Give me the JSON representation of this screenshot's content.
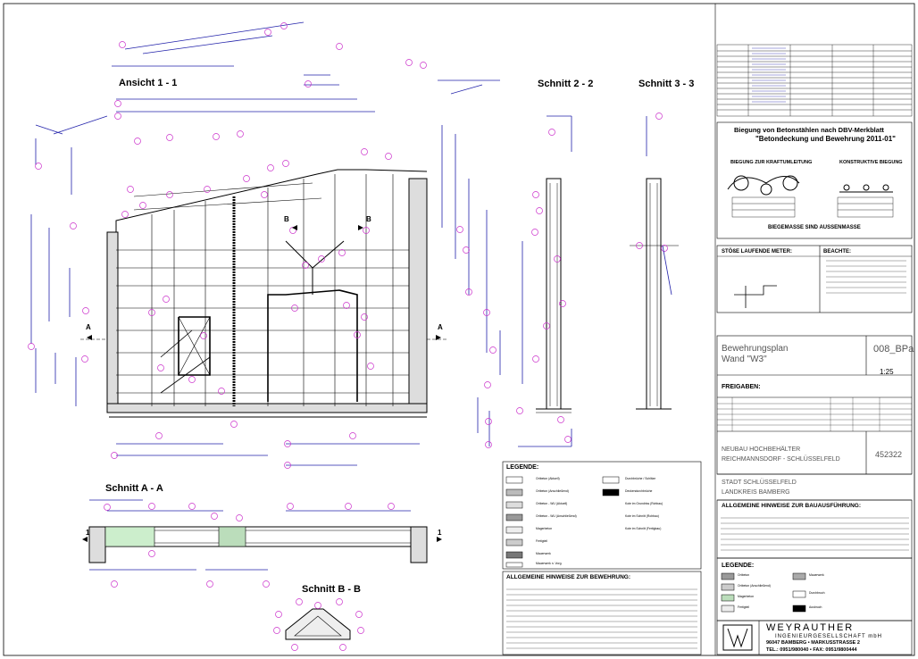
{
  "views": {
    "ansicht": "Ansicht 1 - 1",
    "schnitt22": "Schnitt 2 - 2",
    "schnitt33": "Schnitt 3 - 3",
    "schnittAA": "Schnitt A - A",
    "schnittBB": "Schnitt B - B"
  },
  "markers": {
    "A": "A",
    "B": "B",
    "one": "1"
  },
  "biegung": {
    "heading": "Biegung von Betonstählen nach DBV-Merkblatt",
    "title": "\"Betondeckung und Bewehrung 2011-01\"",
    "kraft": "BIEGUNG ZUR KRAFTUMLEITUNG",
    "konstruktiv": "KONSTRUKTIVE BIEGUNG",
    "masse": "BIEGEMASSE SIND AUSSENMASSE"
  },
  "stoesse": {
    "title": "STÖßE LAUFENDE METER:",
    "beachte": "BEACHTE:"
  },
  "title_block": {
    "plan_title": "Bewehrungsplan",
    "plan_sub": "Wand \"W3\"",
    "plan_no": "008_BPa",
    "scale": "1:25",
    "freigaben": "FREIGABEN:",
    "project1": "NEUBAU HOCHBEHÄLTER",
    "project2": "REICHMANNSDORF - SCHLÜSSELFELD",
    "project_no": "452322",
    "place1": "STADT SCHLÜSSELFELD",
    "place2": "LANDKREIS BAMBERG"
  },
  "hinweise_bau": {
    "title": "ALLGEMEINE HINWEISE ZUR BAUAUSFÜHRUNG:"
  },
  "legende_right": {
    "title": "LEGENDE:",
    "items": [
      "Ortbeton",
      "Ortbeton (Anschließend)",
      "Magerbeton",
      "Fertigteil",
      "Mauerwerk",
      "Durchbruch",
      "Ausbruch"
    ]
  },
  "legende_mid": {
    "title": "LEGENDE:",
    "items": [
      "Ortbeton (Aktuell)",
      "Ortbeton (Anschließend)",
      "Ortbeton - WU (Aktuell)",
      "Ortbeton - WU (Anschließend)",
      "Magerbeton",
      "Fertigteil",
      "Mauerwerk",
      "Mauerwerk n. Vorg.",
      "Durchbrüche / Schlitze",
      "Deckendurchbrüche",
      "Kote im Grundriss (Rohbau)",
      "Kote im Schnitt (Rohbau)",
      "Kote im Schnitt (Fertigbau)"
    ]
  },
  "hinweise_bew": {
    "title": "ALLGEMEINE HINWEISE ZUR BEWEHRUNG:"
  },
  "company": {
    "name1": "WEYRAUTHER",
    "name2": "INGENIEURGESELLSCHAFT mbH",
    "address": "96047 BAMBERG  •  MARKUSSTRASSE 2",
    "phone": "TEL.: 0951/980040  •  FAX: 0951/9800444"
  }
}
